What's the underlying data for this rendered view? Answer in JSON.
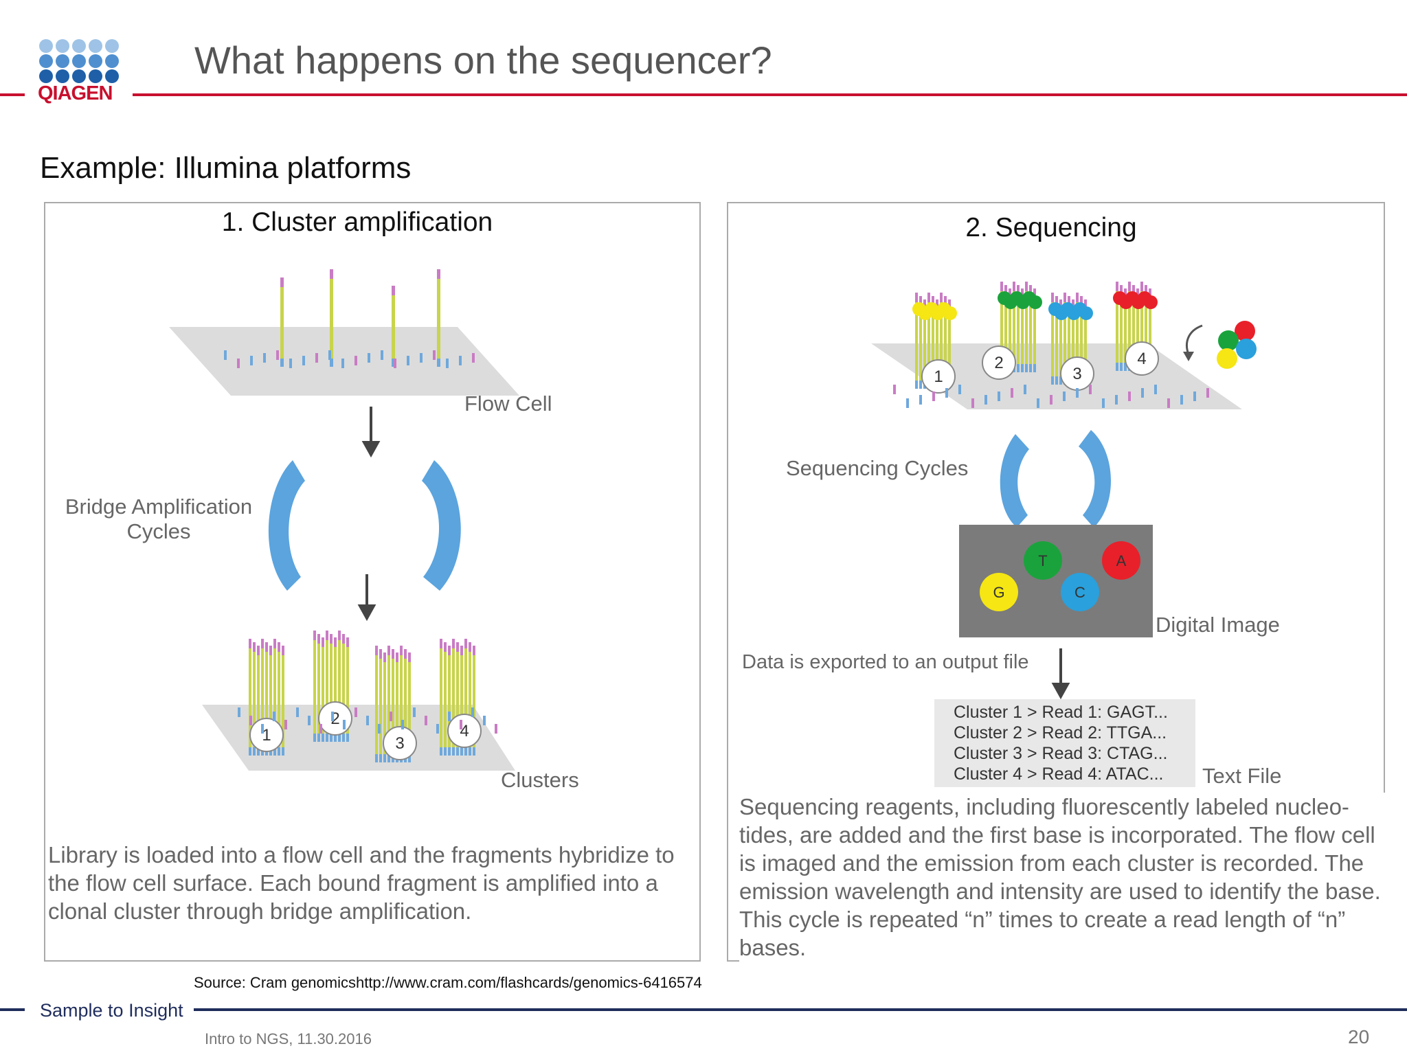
{
  "brand": {
    "logo_text": "QIAGEN",
    "tagline": "Sample to Insight",
    "accent_color": "#c8102e",
    "navy_color": "#1f2d5c",
    "dot_color_light": "#9ec3e6",
    "dot_color_dark": "#1e5fa8"
  },
  "slide": {
    "title": "What happens on the sequencer?",
    "subtitle": "Example:  Illumina  platforms",
    "source": "Source: Cram genomicshttp://www.cram.com/flashcards/genomics-6416574",
    "footer": "Intro to NGS, 11.30.2016",
    "page_number": "20"
  },
  "panel1": {
    "title": "1. Cluster amplification",
    "flow_cell_label": "Flow Cell",
    "cycle_label_line1": "Bridge Amplification",
    "cycle_label_line2": "Cycles",
    "clusters_label": "Clusters",
    "cluster_numbers": [
      "1",
      "2",
      "3",
      "4"
    ],
    "description": "Library is loaded into a flow cell and the fragments hybridize to the flow cell surface. Each bound fragment is amplified into a clonal cluster through bridge amplification."
  },
  "panel2": {
    "title": "2. Sequencing",
    "cluster_numbers": [
      "1",
      "2",
      "3",
      "4"
    ],
    "sequencing_cycles_label": "Sequencing Cycles",
    "digital_image_label": "Digital Image",
    "export_label": "Data is exported to an output file",
    "text_file_label": "Text File",
    "bases": [
      "T",
      "A",
      "C",
      "G"
    ],
    "base_colors": {
      "T": "#1aa33c",
      "A": "#e8202a",
      "C": "#2aa0dc",
      "G": "#f5e614"
    },
    "text_file_lines": [
      "Cluster 1 > Read 1: GAGT...",
      "Cluster 2 > Read 2: TTGA...",
      "Cluster 3 > Read 3: CTAG...",
      "Cluster 4 > Read 4: ATAC..."
    ],
    "description": "Sequencing reagents, including fluorescently labeled nucleo-tides, are added and the first base is incorporated. The flow cell is imaged and the emission from each cluster is recorded. The emission wavelength and intensity are used to identify the base. This cycle is repeated “n” times to create a read length of “n” bases."
  }
}
